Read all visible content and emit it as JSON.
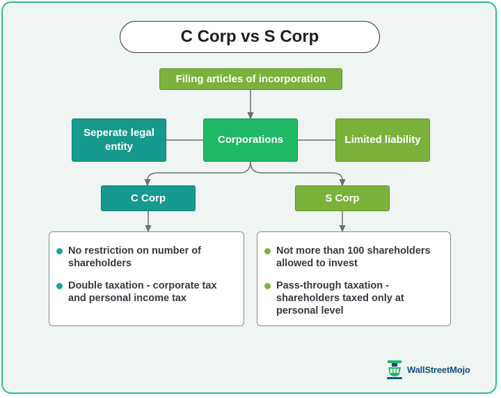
{
  "title": "C Corp vs S Corp",
  "nodes": {
    "filing": "Filing articles of incorporation",
    "separate": "Seperate legal entity",
    "corporations": "Corporations",
    "limited": "Limited liability",
    "c_corp": "C Corp",
    "s_corp": "S Corp"
  },
  "c_corp_points": [
    "No restriction on number of shareholders",
    "Double taxation - corporate tax and personal income tax"
  ],
  "s_corp_points": [
    "Not more than 100 shareholders allowed to invest",
    "Pass-through taxation - shareholders taxed only at personal level"
  ],
  "logo": {
    "text": "WallStreetMojo",
    "icon": "wallstreetmojo-logo-icon"
  },
  "colors": {
    "olive": "#7ab23c",
    "teal": "#179a8e",
    "green": "#1fb864",
    "frame": "#2bbf8a"
  }
}
